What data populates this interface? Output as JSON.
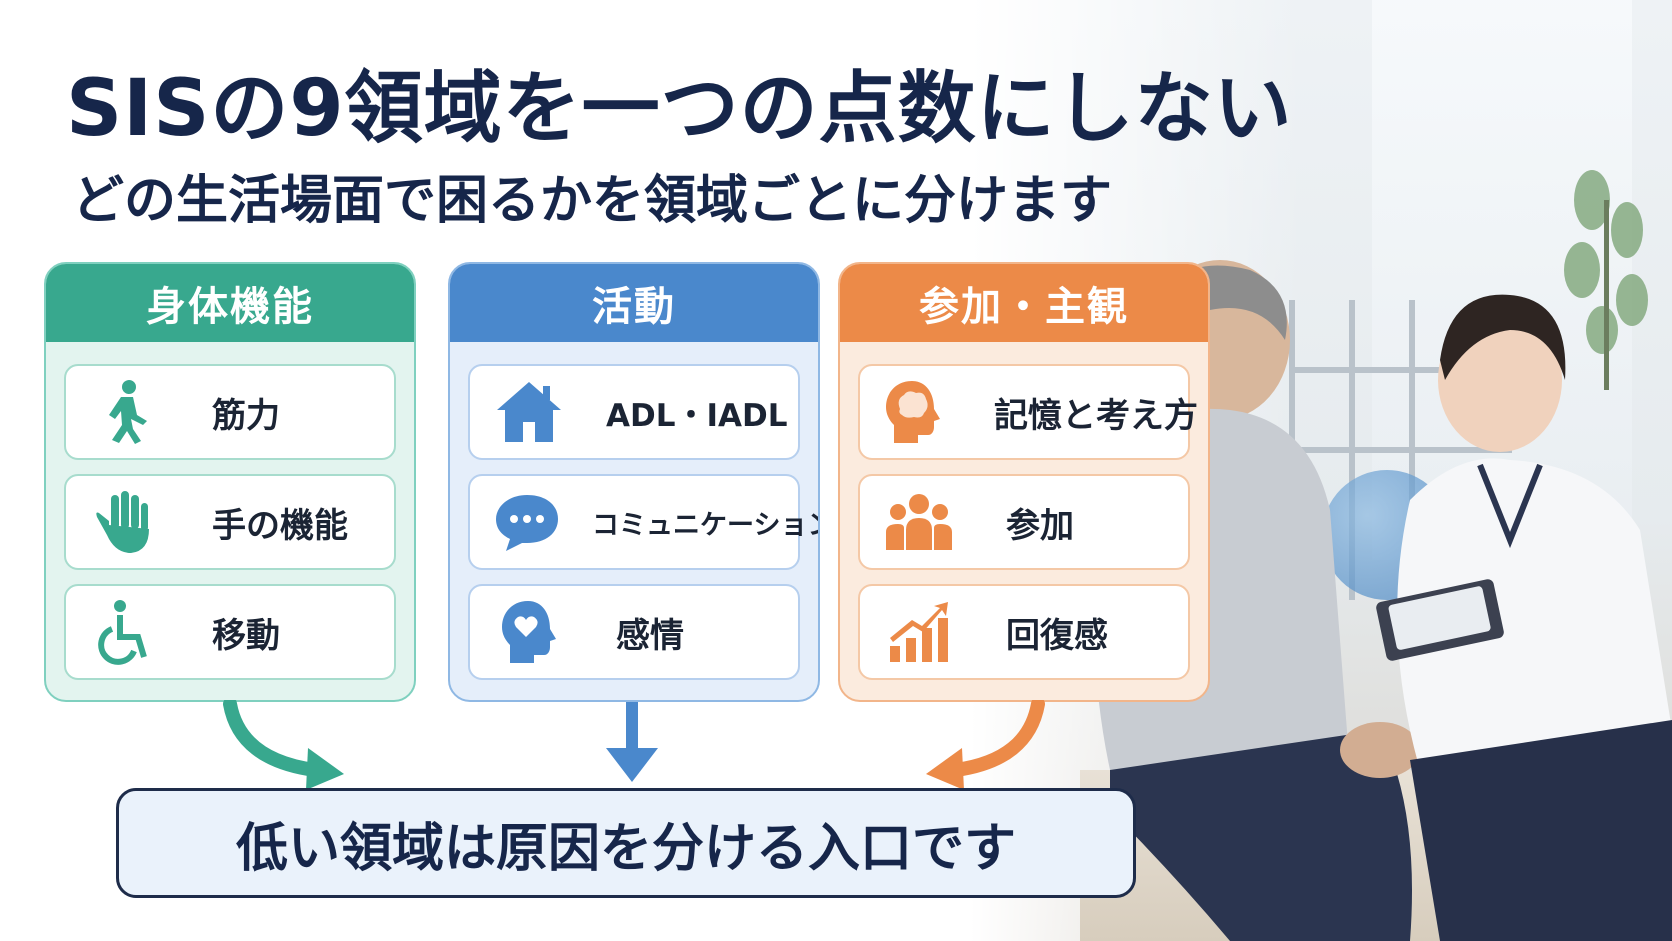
{
  "title": "SISの9領域を一つの点数にしない",
  "subtitle": "どの生活場面で困るかを領域ごとに分けます",
  "panels": [
    {
      "heading": "身体機能",
      "color": "#38a88e",
      "items": [
        {
          "label": "筋力",
          "icon": "walking-person-icon"
        },
        {
          "label": "手の機能",
          "icon": "hand-icon"
        },
        {
          "label": "移動",
          "icon": "wheelchair-icon"
        }
      ]
    },
    {
      "heading": "活動",
      "color": "#4a88cc",
      "items": [
        {
          "label": "ADL・IADL",
          "icon": "house-icon"
        },
        {
          "label": "コミュニケーション",
          "icon": "speech-bubble-icon"
        },
        {
          "label": "感情",
          "icon": "head-heart-icon"
        }
      ]
    },
    {
      "heading": "参加・主観",
      "color": "#ec8a48",
      "items": [
        {
          "label": "記憶と考え方",
          "icon": "head-brain-icon"
        },
        {
          "label": "参加",
          "icon": "group-icon"
        },
        {
          "label": "回復感",
          "icon": "rising-chart-icon"
        }
      ]
    }
  ],
  "bottom_message": "低い領域は原因を分ける入口です"
}
